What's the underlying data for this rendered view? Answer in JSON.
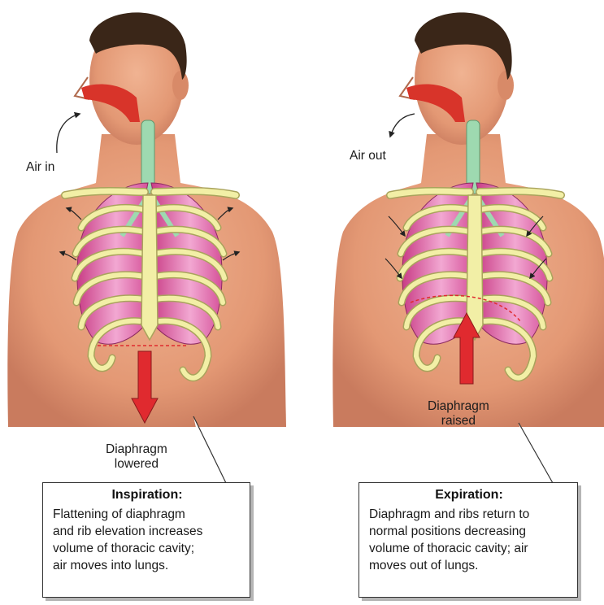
{
  "colors": {
    "skin": "#e8a07e",
    "skin_shadow": "#c97b5e",
    "hair": "#3a2618",
    "rib": "#f2efa6",
    "rib_outline": "#a9a35c",
    "lung": "#d9549a",
    "lung_light": "#f0a5cf",
    "airway": "#9ed9b0",
    "nasal": "#d8342a",
    "arrow_red": "#e02a2f"
  },
  "panels": [
    {
      "name": "inspiration",
      "air_label": "Air in",
      "diaphragm_label": [
        "Diaphragm",
        "lowered"
      ],
      "box_title": "Inspiration:",
      "box_lines": [
        "Flattening of diaphragm",
        "and rib elevation increases",
        "volume of thoracic cavity;",
        "air moves into lungs."
      ]
    },
    {
      "name": "expiration",
      "air_label": "Air out",
      "diaphragm_label": [
        "Diaphragm",
        "raised"
      ],
      "box_title": "Expiration:",
      "box_lines": [
        "Diaphragm and ribs return to",
        "normal positions decreasing",
        "volume of thoracic cavity; air",
        "moves out of lungs."
      ]
    }
  ]
}
